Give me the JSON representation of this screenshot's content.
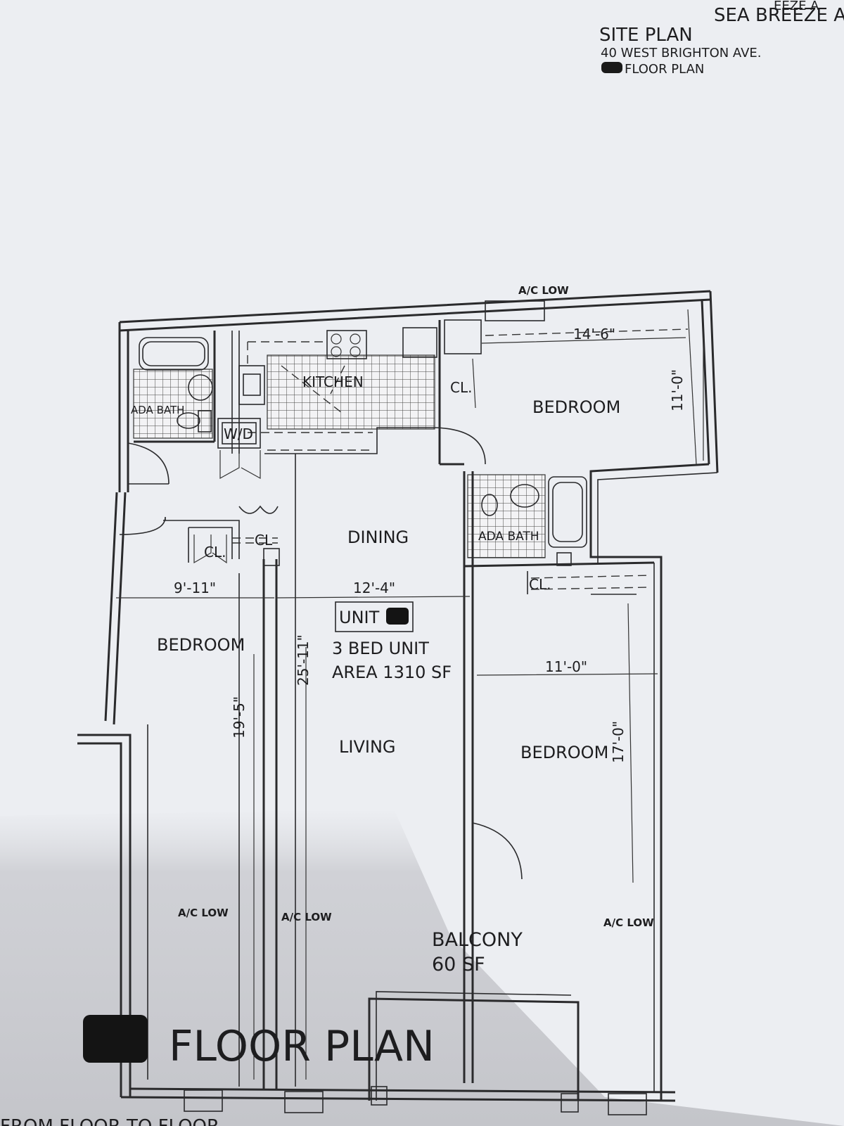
{
  "header": {
    "corner_line1": "EEZE A",
    "corner_line2": "SEA BREEZE AV",
    "site_plan": "SITE PLAN",
    "address": "40 WEST BRIGHTON AVE.",
    "floor_plan": "FLOOR PLAN"
  },
  "rooms": {
    "kitchen": "KITCHEN",
    "bedroom_ne": "BEDROOM",
    "dining": "DINING",
    "bedroom_w": "BEDROOM",
    "living": "LIVING",
    "bedroom_se": "BEDROOM",
    "balcony": "BALCONY",
    "balcony_area": "60 SF",
    "ada_bath_1": "ADA BATH",
    "ada_bath_2": "ADA BATH",
    "wd": "W/D",
    "closet_1": "CL.",
    "closet_2": "CL.",
    "closet_3": "CL",
    "closet_4": "CL."
  },
  "unit": {
    "label": "UNIT",
    "type": "3 BED UNIT",
    "area": "AREA 1310 SF"
  },
  "dimensions": {
    "bedroom_ne_width": "14'-6\"",
    "bedroom_ne_depth": "11'-0\"",
    "bedroom_w_width": "9'-11\"",
    "living_width": "12'-4\"",
    "bedroom_w_depth": "19'-5\"",
    "living_depth": "25'-11\"",
    "bedroom_se_width": "11'-0\"",
    "bedroom_se_depth": "17'-0\""
  },
  "ac_labels": {
    "top": "A/C LOW",
    "bottom_left": "A/C LOW",
    "bottom_mid": "A/C LOW",
    "bottom_right": "A/C LOW"
  },
  "footer": {
    "title": "FLOOR PLAN",
    "cut_text": "FROM FLOOR TO FLOOR"
  },
  "colors": {
    "paper": "#ecedf1",
    "ink": "#1d1d1f",
    "shadow": "#cfd0d5"
  }
}
